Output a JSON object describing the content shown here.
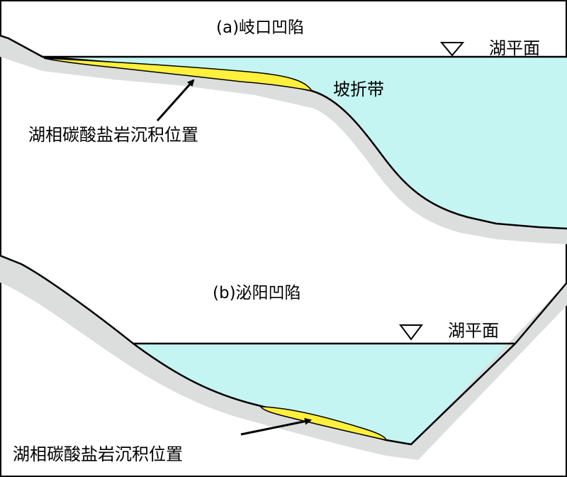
{
  "panel_a": {
    "title": "(a)岐口凹陷",
    "water_level_label": "湖平面",
    "slope_break_label": "坡折带",
    "deposit_label": "湖相碳酸盐岩沉积位置"
  },
  "panel_b": {
    "title": "(b)泌阳凹陷",
    "water_level_label": "湖平面",
    "deposit_label": "湖相碳酸盐岩沉积位置"
  },
  "colors": {
    "water": "#c4f5f3",
    "basement": "#dcdddd",
    "carbonate_deposit": "#fff03c",
    "line": "#000000"
  },
  "icons": {
    "water_level_marker": "inverted-triangle-icon",
    "pointer": "arrow-icon"
  }
}
